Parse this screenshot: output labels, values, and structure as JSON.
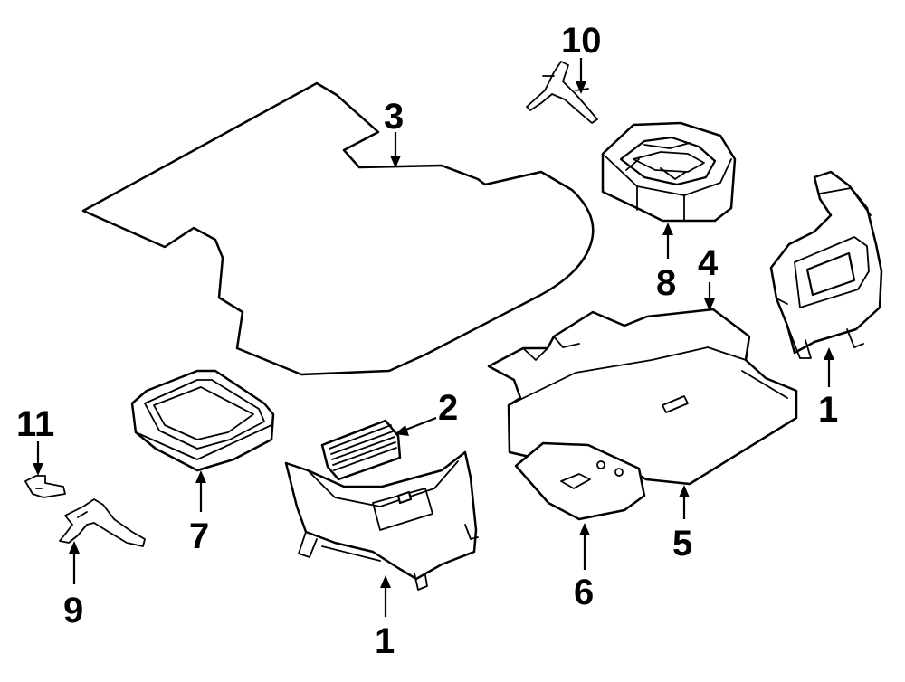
{
  "callouts": [
    {
      "id": "c10",
      "label": "10"
    },
    {
      "id": "c3",
      "label": "3"
    },
    {
      "id": "c8",
      "label": "8"
    },
    {
      "id": "c4",
      "label": "4"
    },
    {
      "id": "c1-right",
      "label": "1"
    },
    {
      "id": "c2",
      "label": "2"
    },
    {
      "id": "c11",
      "label": "11"
    },
    {
      "id": "c7",
      "label": "7"
    },
    {
      "id": "c9",
      "label": "9"
    },
    {
      "id": "c1-bottom",
      "label": "1"
    },
    {
      "id": "c6",
      "label": "6"
    },
    {
      "id": "c5",
      "label": "5"
    }
  ]
}
